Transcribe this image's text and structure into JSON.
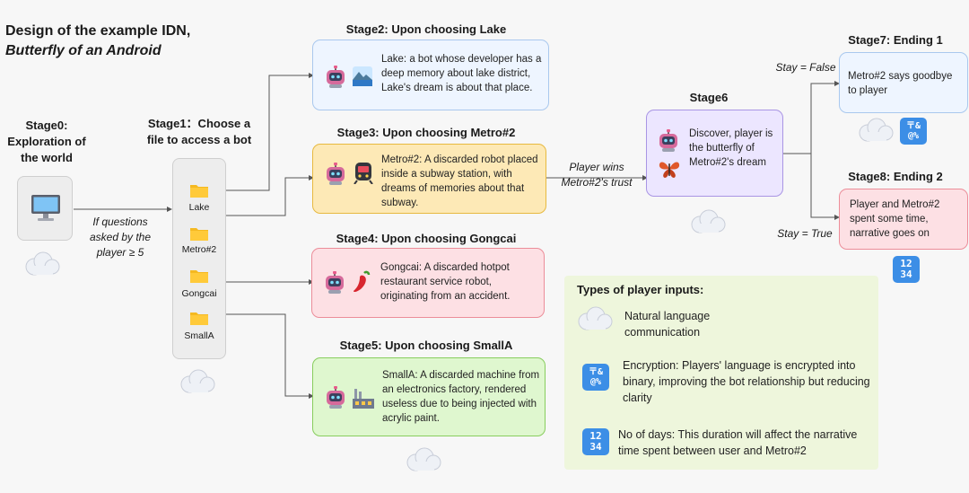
{
  "title": {
    "line1": "Design of the example IDN,",
    "line2": "Butterfly of an Android"
  },
  "stage0": {
    "title": "Stage0:\nExploration of\nthe world"
  },
  "stage1": {
    "title": "Stage1：Choose a\nfile to access a bot",
    "folders": [
      "Lake",
      "Metro#2",
      "Gongcai",
      "SmallA"
    ]
  },
  "cond_questions": "If questions\nasked by the\nplayer ≥ 5",
  "stage2": {
    "title": "Stage2: Upon choosing Lake",
    "text": "Lake: a bot whose developer has a deep memory about lake district, Lake's dream is about that place."
  },
  "stage3": {
    "title": "Stage3: Upon choosing Metro#2",
    "text": "Metro#2: A discarded robot placed inside a subway station, with dreams of memories about that subway."
  },
  "stage4": {
    "title": "Stage4: Upon choosing Gongcai",
    "text": "Gongcai: A discarded hotpot restaurant service robot, originating from an accident."
  },
  "stage5": {
    "title": "Stage5: Upon choosing SmallA",
    "text": "SmallA: A discarded machine from an electronics factory, rendered useless due to being injected with acrylic paint."
  },
  "trust_label": "Player wins\nMetro#2's trust",
  "stage6": {
    "title": "Stage6",
    "text": "Discover, player is the butterfly of Metro#2's dream"
  },
  "stay_false": "Stay = False",
  "stay_true": "Stay = True",
  "stage7": {
    "title": "Stage7: Ending 1",
    "text": "Metro#2 says goodbye to player"
  },
  "stage8": {
    "title": "Stage8: Ending 2",
    "text": "Player and Metro#2 spent some time, narrative goes on"
  },
  "legend": {
    "title": "Types of player inputs:",
    "natural": "Natural language\ncommunication",
    "encryption": "Encryption: Players' language is encrypted into binary, improving the bot relationship but reducing clarity",
    "days": "No of days: This duration will affect the narrative time spent  between user and Metro#2"
  },
  "icons": {
    "encryption_tile": "〒&\n@%",
    "numbers_tile": "12\n34"
  },
  "colors": {
    "stage2_bg": "#eef5ff",
    "stage2_border": "#a9c8ee",
    "stage3_bg": "#fde9b6",
    "stage3_border": "#e7b940",
    "stage4_bg": "#fde0e4",
    "stage4_border": "#ec8d99",
    "stage5_bg": "#dff7cf",
    "stage5_border": "#88cd5e",
    "stage6_bg": "#ece6ff",
    "stage6_border": "#a995e4",
    "stage7_bg": "#eef5ff",
    "stage7_border": "#a9c8ee",
    "stage8_bg": "#fde0e4",
    "stage8_border": "#ec8d99",
    "legend_bg": "#eef6dc",
    "tile_blue": "#3c8ee6"
  }
}
